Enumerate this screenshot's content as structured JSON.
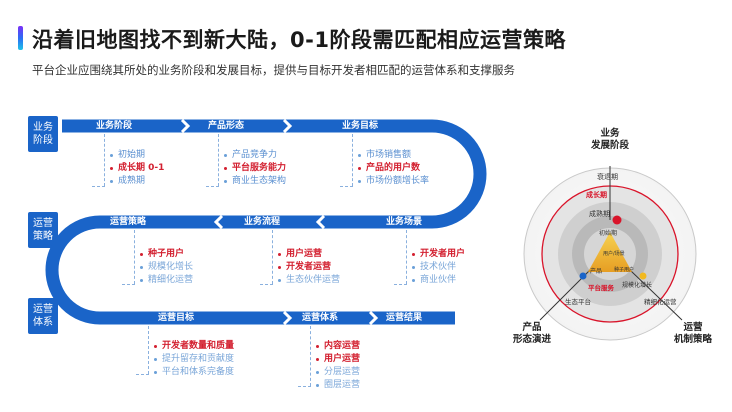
{
  "header": {
    "title": "沿着旧地图找不到新大陆，0-1阶段需匹配相应运营策略",
    "subtitle": "平台企业应围绕其所处的业务阶段和发展目标，提供与目标开发者相匹配的运营体系和支撑服务"
  },
  "lanes": [
    {
      "line1": "业务",
      "line2": "阶段"
    },
    {
      "line1": "运营",
      "line2": "策略"
    },
    {
      "line1": "运营",
      "line2": "体系"
    }
  ],
  "stages": {
    "s1": "业务阶段",
    "s2": "产品形态",
    "s3": "业务目标",
    "s4": "运营策略",
    "s5": "业务流程",
    "s6": "业务场景",
    "s7": "运营目标",
    "s8": "运营体系",
    "s9": "运营结果"
  },
  "lists": {
    "business_stage": [
      "初始期",
      "成长期 0-1",
      "成熟期"
    ],
    "product_form": [
      "产品竞争力",
      "平台服务能力",
      "商业生态架构"
    ],
    "business_goal": [
      "市场销售额",
      "产品的用户数",
      "市场份额增长率"
    ],
    "ops_strategy": [
      "种子用户",
      "规模化增长",
      "精细化运营"
    ],
    "business_flow": [
      "用户运营",
      "开发者运营",
      "生态伙伴运营"
    ],
    "business_scene": [
      "开发者用户",
      "技术伙伴",
      "商业伙伴"
    ],
    "ops_goal": [
      "开发者数量和质量",
      "提升留存和贡献度",
      "平台和体系完备度"
    ],
    "ops_system": [
      "内容运营",
      "用户运营",
      "分层运营",
      "圈层运营"
    ]
  },
  "diagram": {
    "top_label": {
      "line1": "业务",
      "line2": "发展阶段"
    },
    "left_label": {
      "line1": "产品",
      "line2": "形态演进"
    },
    "right_label": {
      "line1": "运营",
      "line2": "机制策略"
    },
    "rings": {
      "decline": "衰退期",
      "growth": "成长期",
      "mature": "成熟期",
      "start": "初始期"
    },
    "inner": {
      "product": "产品",
      "seed_user": "种子用户",
      "platform_service": "平台服务",
      "ecosystem_platform": "生态平台",
      "refined_ops": "精细化运营",
      "scale_growth": "规模化增长",
      "core": "用户/场景"
    },
    "colors": {
      "red": "#d9142a",
      "blue": "#1a64c8",
      "yellow": "#f2b91f"
    }
  }
}
